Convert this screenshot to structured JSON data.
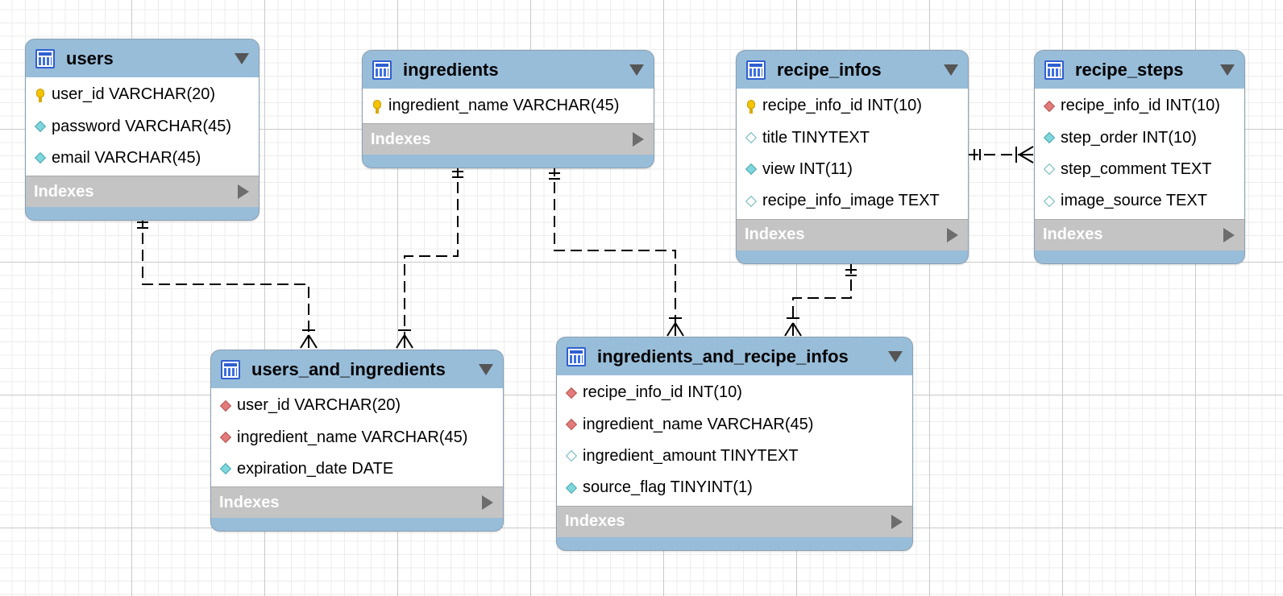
{
  "indexes_label": "Indexes",
  "colors": {
    "header": "#98bdd9",
    "indexes": "#c4c4c4",
    "primary_key": "#f3c400",
    "foreign_key": "#e27b7b",
    "not_null": "#7fd6dd"
  },
  "tables": {
    "users": {
      "name": "users",
      "columns": [
        {
          "text": "user_id VARCHAR(20)",
          "marker": "primary-key"
        },
        {
          "text": "password VARCHAR(45)",
          "marker": "not-null"
        },
        {
          "text": "email VARCHAR(45)",
          "marker": "not-null"
        }
      ]
    },
    "ingredients": {
      "name": "ingredients",
      "columns": [
        {
          "text": "ingredient_name VARCHAR(45)",
          "marker": "primary-key"
        }
      ]
    },
    "recipe_infos": {
      "name": "recipe_infos",
      "columns": [
        {
          "text": "recipe_info_id INT(10)",
          "marker": "primary-key"
        },
        {
          "text": "title TINYTEXT",
          "marker": "nullable"
        },
        {
          "text": "view INT(11)",
          "marker": "not-null"
        },
        {
          "text": "recipe_info_image TEXT",
          "marker": "nullable"
        }
      ]
    },
    "recipe_steps": {
      "name": "recipe_steps",
      "columns": [
        {
          "text": "recipe_info_id INT(10)",
          "marker": "foreign-key"
        },
        {
          "text": "step_order INT(10)",
          "marker": "not-null"
        },
        {
          "text": "step_comment TEXT",
          "marker": "nullable"
        },
        {
          "text": "image_source TEXT",
          "marker": "nullable"
        }
      ]
    },
    "users_and_ingredients": {
      "name": "users_and_ingredients",
      "columns": [
        {
          "text": "user_id VARCHAR(20)",
          "marker": "foreign-key"
        },
        {
          "text": "ingredient_name VARCHAR(45)",
          "marker": "foreign-key"
        },
        {
          "text": "expiration_date DATE",
          "marker": "not-null"
        }
      ]
    },
    "ingredients_and_recipe_infos": {
      "name": "ingredients_and_recipe_infos",
      "columns": [
        {
          "text": "recipe_info_id INT(10)",
          "marker": "foreign-key"
        },
        {
          "text": "ingredient_name VARCHAR(45)",
          "marker": "foreign-key"
        },
        {
          "text": "ingredient_amount TINYTEXT",
          "marker": "nullable"
        },
        {
          "text": "source_flag TINYINT(1)",
          "marker": "not-null"
        }
      ]
    }
  },
  "relationships": [
    {
      "from": "users",
      "to": "users_and_ingredients",
      "cardinality": "one-to-many"
    },
    {
      "from": "ingredients",
      "to": "users_and_ingredients",
      "cardinality": "one-to-many"
    },
    {
      "from": "ingredients",
      "to": "ingredients_and_recipe_infos",
      "cardinality": "one-to-many"
    },
    {
      "from": "recipe_infos",
      "to": "ingredients_and_recipe_infos",
      "cardinality": "one-to-many"
    },
    {
      "from": "recipe_infos",
      "to": "recipe_steps",
      "cardinality": "one-to-many"
    }
  ]
}
